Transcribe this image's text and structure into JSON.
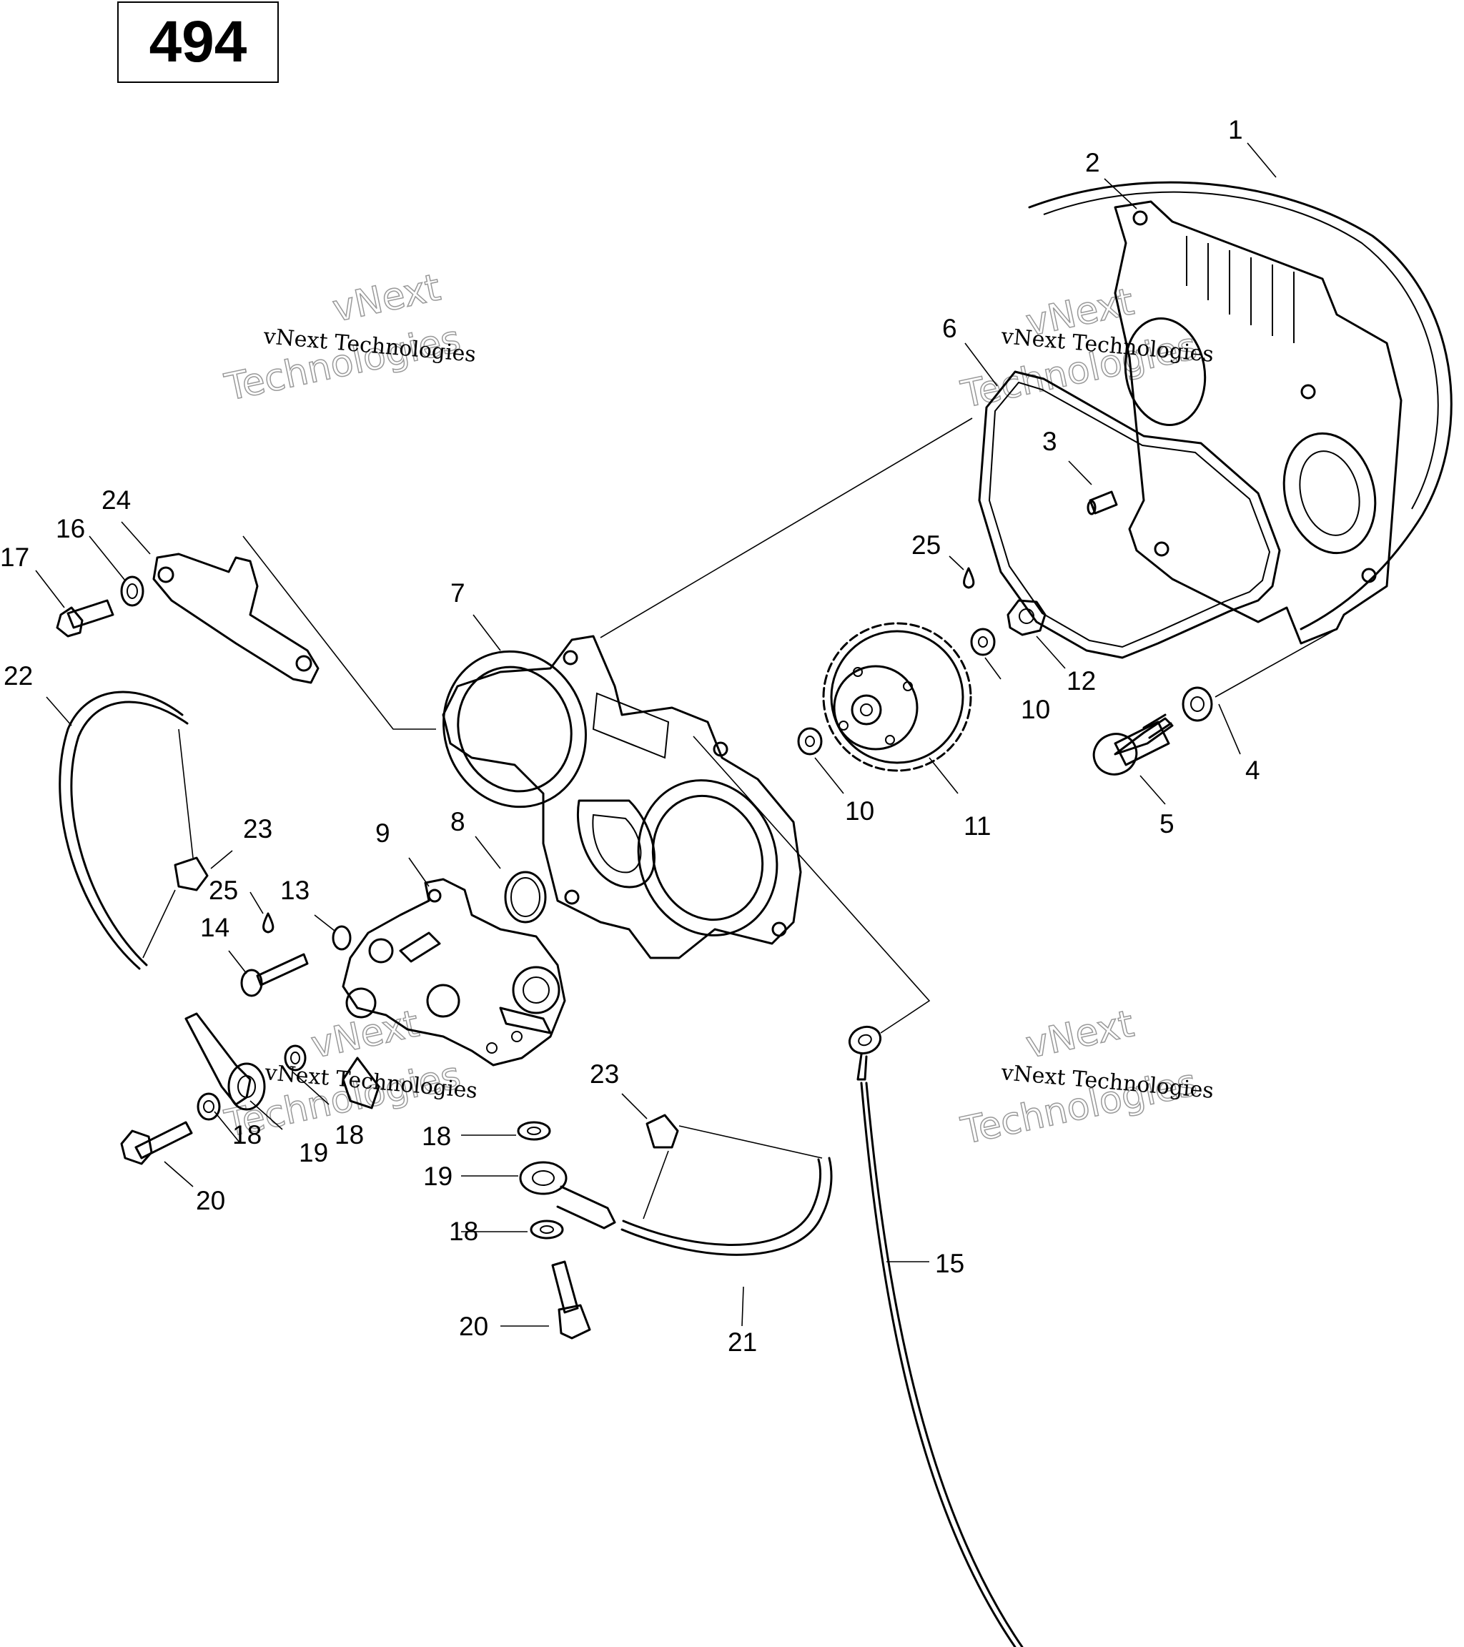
{
  "page_number": "494",
  "watermark": "vNext Technologies",
  "callouts": [
    {
      "id": "c1",
      "text": "1"
    },
    {
      "id": "c2",
      "text": "2"
    },
    {
      "id": "c3",
      "text": "3"
    },
    {
      "id": "c4",
      "text": "4"
    },
    {
      "id": "c5",
      "text": "5"
    },
    {
      "id": "c6",
      "text": "6"
    },
    {
      "id": "c7",
      "text": "7"
    },
    {
      "id": "c8",
      "text": "8"
    },
    {
      "id": "c9",
      "text": "9"
    },
    {
      "id": "c10a",
      "text": "10"
    },
    {
      "id": "c10b",
      "text": "10"
    },
    {
      "id": "c11",
      "text": "11"
    },
    {
      "id": "c12",
      "text": "12"
    },
    {
      "id": "c13",
      "text": "13"
    },
    {
      "id": "c14",
      "text": "14"
    },
    {
      "id": "c15",
      "text": "15"
    },
    {
      "id": "c16",
      "text": "16"
    },
    {
      "id": "c17",
      "text": "17"
    },
    {
      "id": "c18a",
      "text": "18"
    },
    {
      "id": "c18b",
      "text": "18"
    },
    {
      "id": "c18c",
      "text": "18"
    },
    {
      "id": "c18d",
      "text": "18"
    },
    {
      "id": "c19a",
      "text": "19"
    },
    {
      "id": "c19b",
      "text": "19"
    },
    {
      "id": "c20a",
      "text": "20"
    },
    {
      "id": "c20b",
      "text": "20"
    },
    {
      "id": "c21",
      "text": "21"
    },
    {
      "id": "c22",
      "text": "22"
    },
    {
      "id": "c23a",
      "text": "23"
    },
    {
      "id": "c23b",
      "text": "23"
    },
    {
      "id": "c24",
      "text": "24"
    },
    {
      "id": "c25a",
      "text": "25"
    },
    {
      "id": "c25b",
      "text": "25"
    }
  ]
}
